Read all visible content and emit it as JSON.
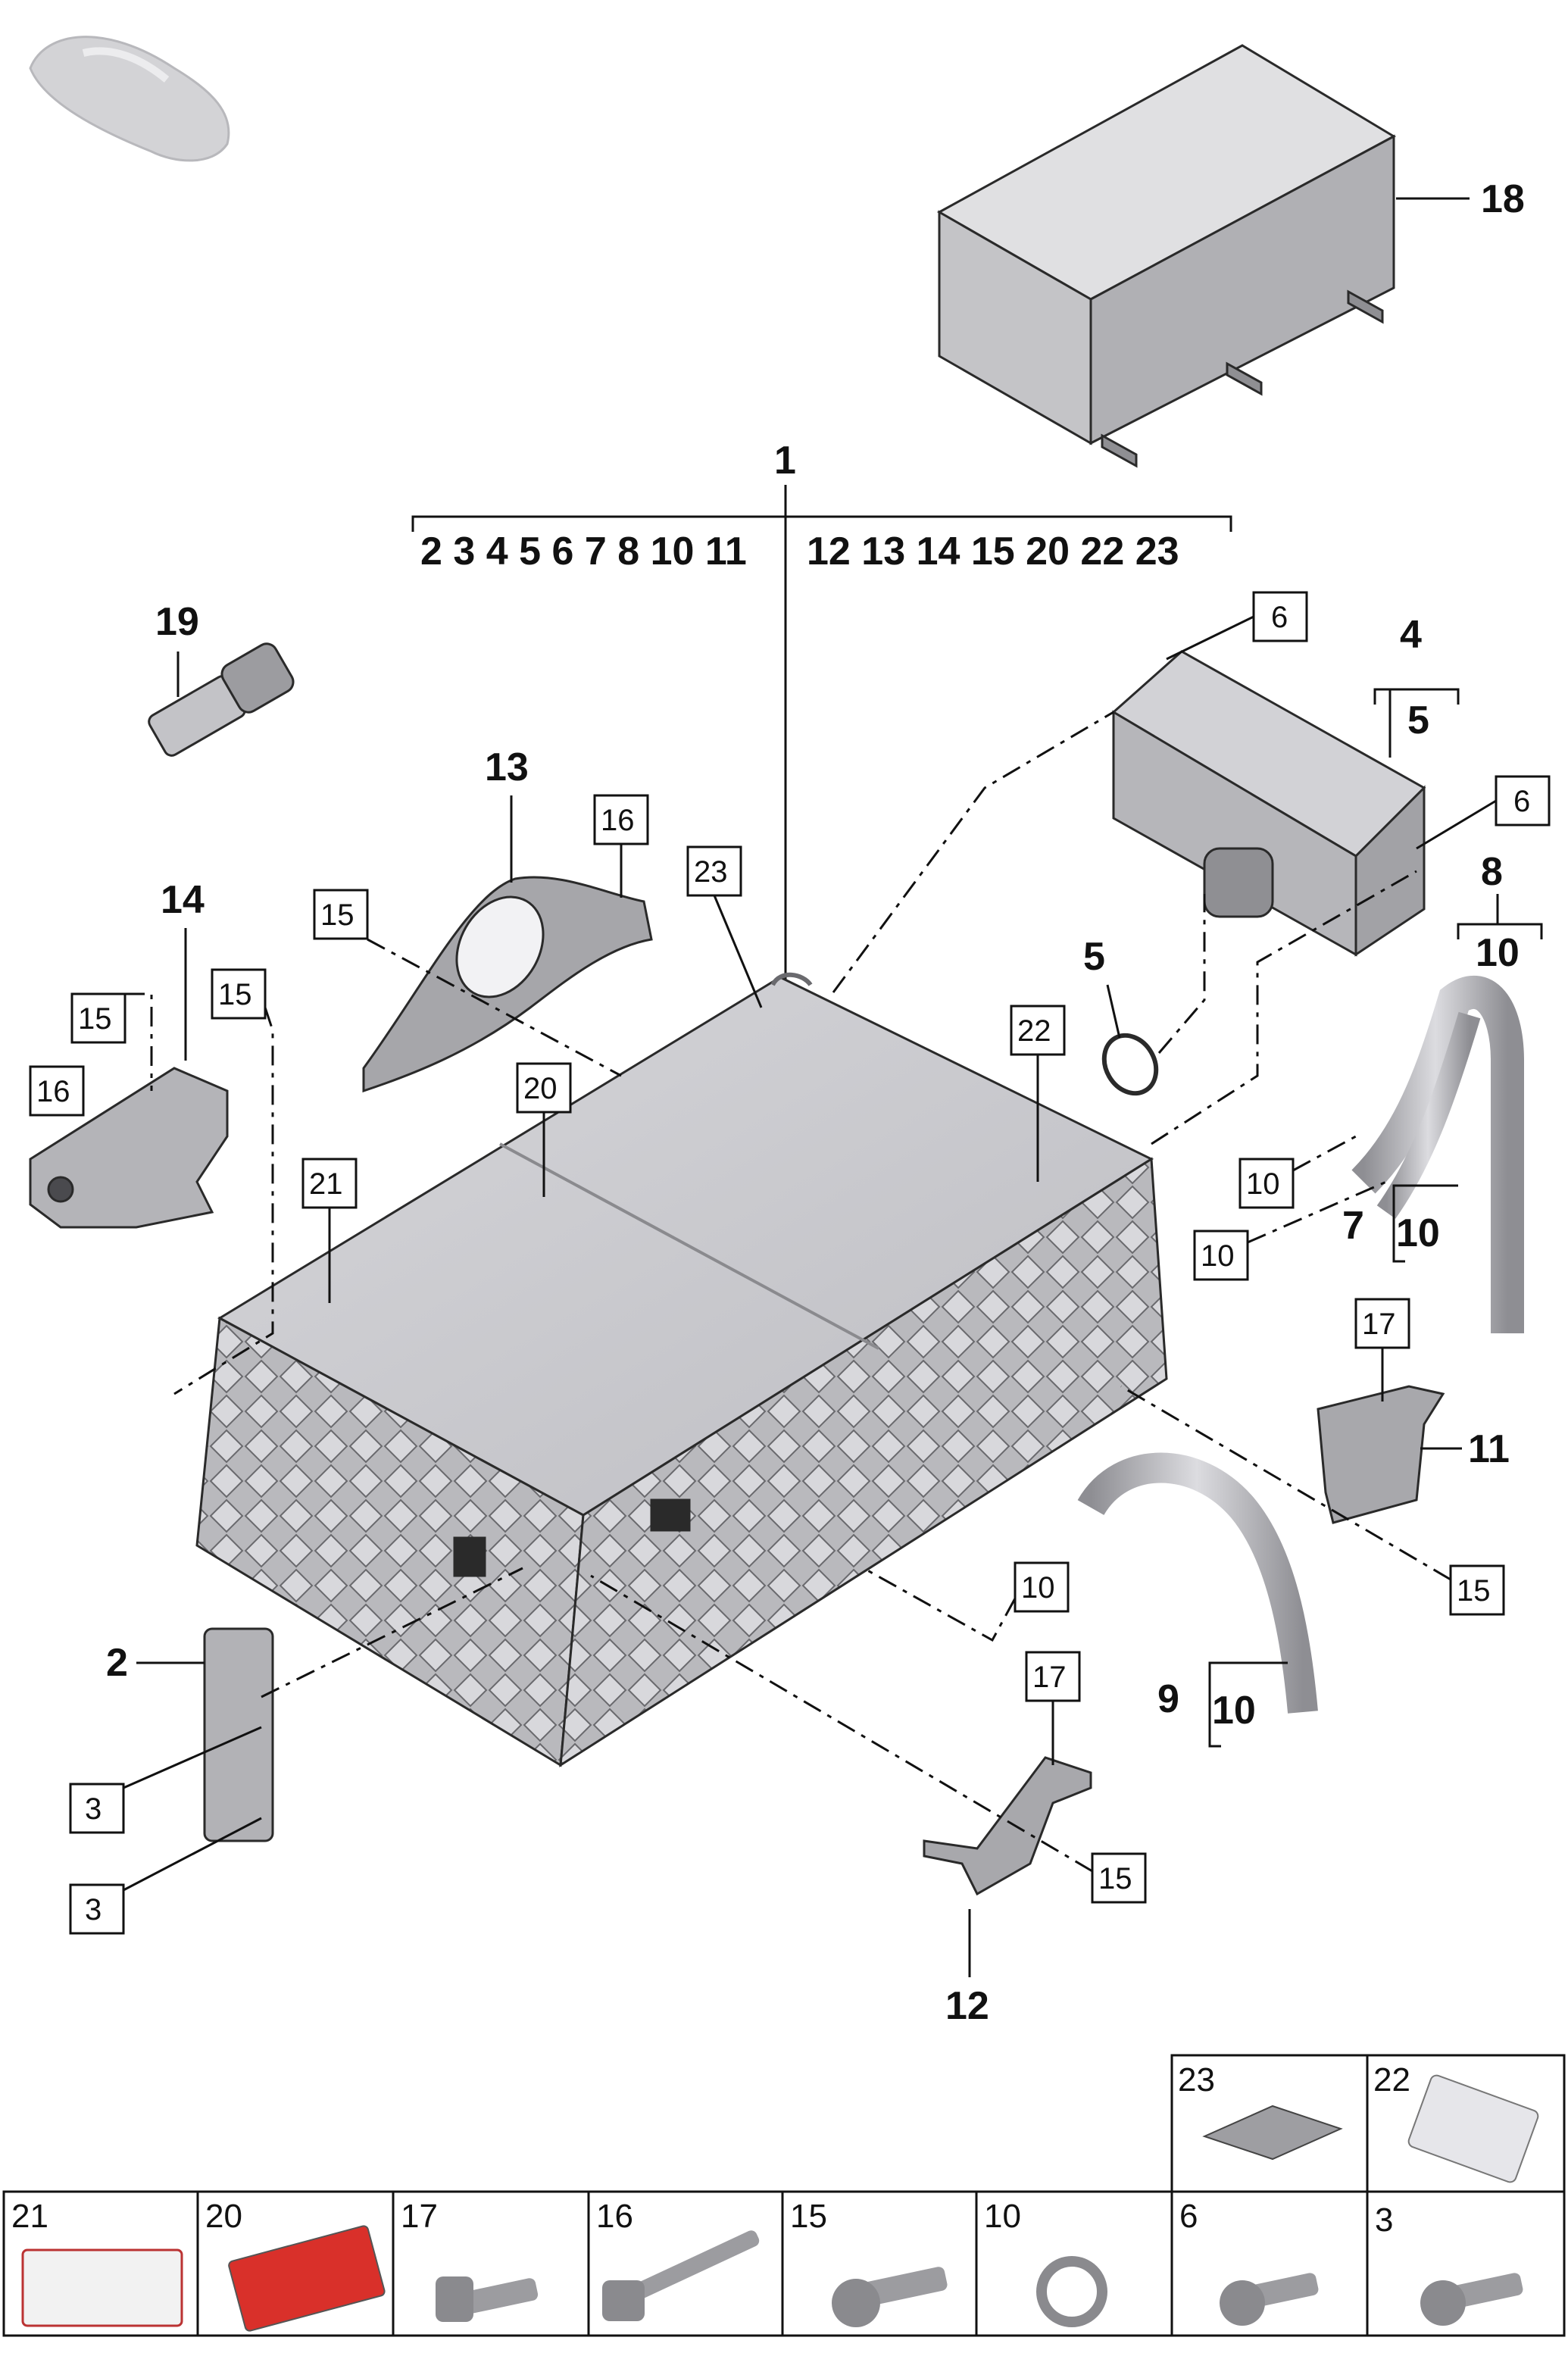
{
  "callouts": {
    "c1": "1",
    "group_left": "2 3 4 5 6 7 8 10 11",
    "group_right": "12 13 14 15 20 22 23",
    "c2": "2",
    "c4": "4",
    "c5a": "5",
    "c5b": "5",
    "c7": "7",
    "c8": "8",
    "c9": "9",
    "c10a": "10",
    "c10b": "10",
    "c10c": "10",
    "c11": "11",
    "c12": "12",
    "c13": "13",
    "c14": "14",
    "c18": "18",
    "c19": "19"
  },
  "boxed": {
    "b6a": "6",
    "b6b": "6",
    "b16a": "16",
    "b16b": "16",
    "b23": "23",
    "b15a": "15",
    "b15b": "15",
    "b15c": "15",
    "b15d": "15",
    "b15e": "15",
    "b22": "22",
    "b20": "20",
    "b21": "21",
    "b10a": "10",
    "b10b": "10",
    "b10c": "10",
    "b17a": "17",
    "b17b": "17",
    "b3a": "3",
    "b3b": "3"
  },
  "parts_table": {
    "top_row": [
      "23",
      "22"
    ],
    "bottom_row": [
      "21",
      "20",
      "17",
      "16",
      "15",
      "10",
      "6",
      "3"
    ]
  },
  "colors": {
    "line": "#111111",
    "part_fill": "#c9c9cd",
    "background": "#ffffff"
  }
}
